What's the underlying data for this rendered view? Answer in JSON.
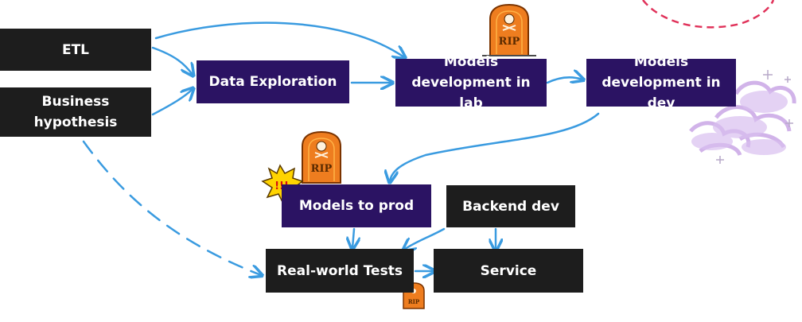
{
  "colors": {
    "dark_box": "#1d1d1d",
    "purple_box": "#2b1363",
    "arrow": "#3a9be0",
    "tombstone": "#ee7d1f",
    "cloud": "#c9a6e6",
    "decor_circle": "#e0325a"
  },
  "nodes": {
    "etl": "ETL",
    "business_hypothesis": "Business\nhypothesis",
    "data_exploration": "Data Exploration",
    "models_dev_lab": "Models\ndevelopment in lab",
    "models_dev_dev": "Models\ndevelopment in dev",
    "models_to_prod": "Models to prod",
    "backend_dev": "Backend dev",
    "real_world_tests": "Real-world Tests",
    "service": "Service"
  },
  "stickers": {
    "rip_label": "RIP",
    "boom_label": "!!!"
  },
  "icons": [
    "tombstone-icon",
    "skull-icon",
    "explosion-icon",
    "cloud-icon",
    "sparkle-icon"
  ]
}
